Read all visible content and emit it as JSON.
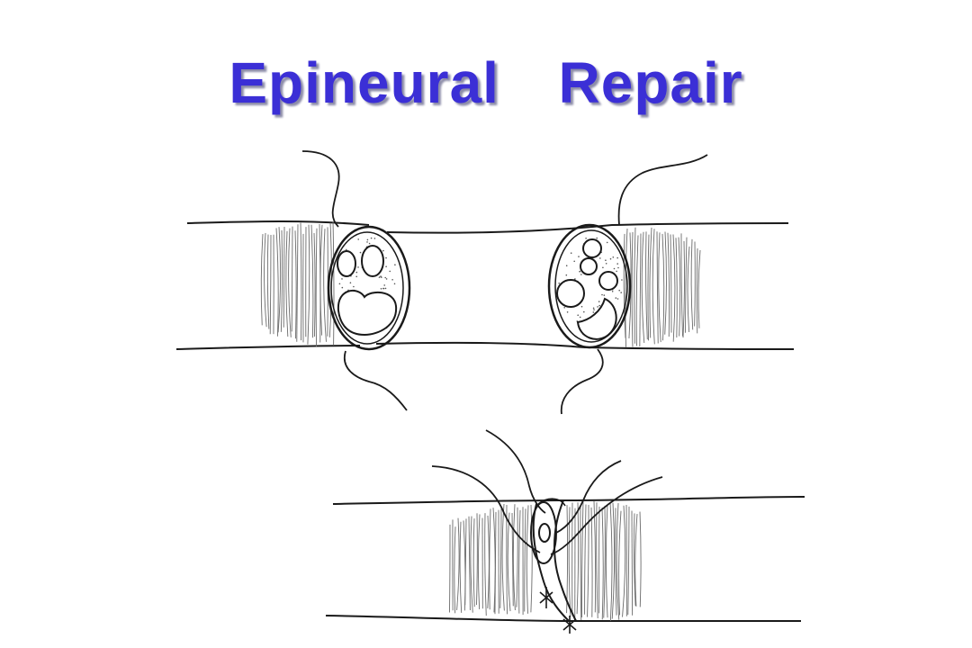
{
  "slide": {
    "title": "Epineural  Repair"
  },
  "colors": {
    "title": "#3b2fd6",
    "title_shadow": "#8c8ca8",
    "ink": "#1a1a1a",
    "background": "#ffffff"
  },
  "figures": [
    {
      "name": "separated-nerve-ends-with-sutures"
    },
    {
      "name": "coapted-nerve-with-epineural-sutures"
    }
  ]
}
